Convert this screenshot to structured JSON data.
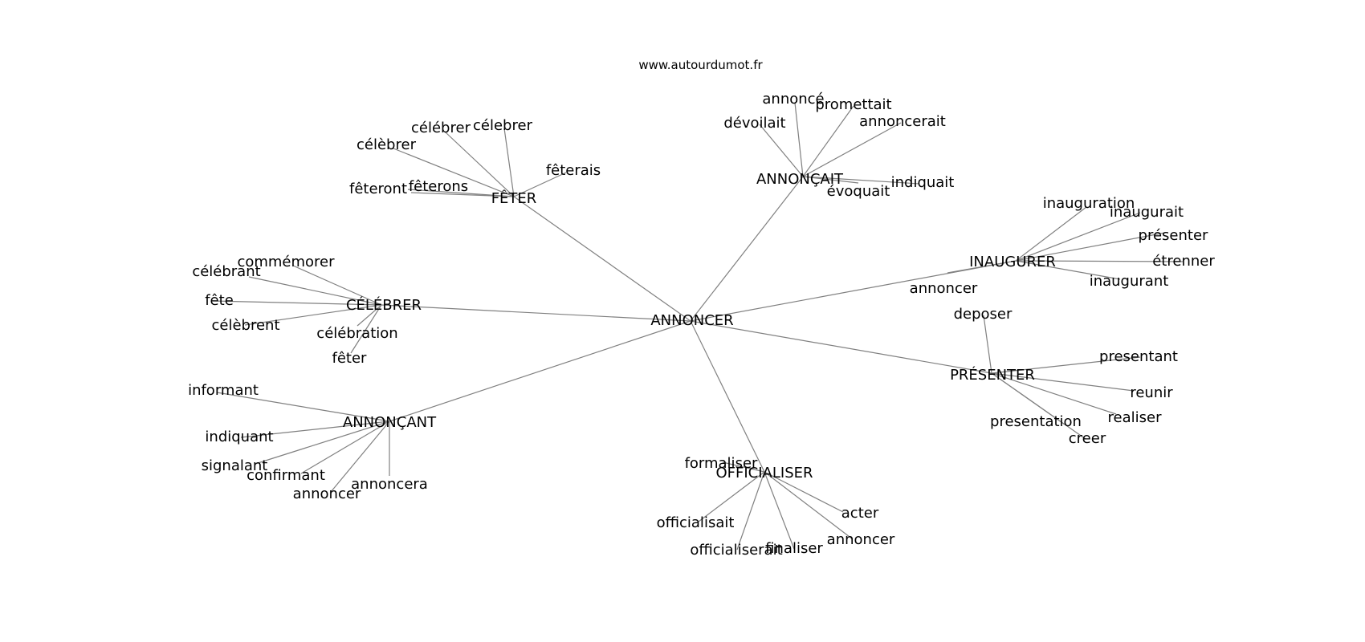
{
  "source": "www.autourdumot.fr",
  "colors": {
    "edge": "#808080",
    "text": "#000000",
    "background": "#ffffff"
  },
  "graph": {
    "center": "ANNONCER",
    "hubs": [
      {
        "label": "FÊTER",
        "leaves": [
          "célébrer",
          "célebrer",
          "célèbrer",
          "fêterais",
          "fêterons",
          "fêteront"
        ]
      },
      {
        "label": "ANNONÇAIT",
        "leaves": [
          "annoncé",
          "promettait",
          "dévoilait",
          "annoncerait",
          "indiquait",
          "évoquait"
        ]
      },
      {
        "label": "INAUGURER",
        "leaves": [
          "inauguration",
          "inaugurait",
          "présenter",
          "étrenner",
          "inaugurant",
          "annoncer"
        ]
      },
      {
        "label": "CÉLÉBRER",
        "leaves": [
          "commémorer",
          "célébrant",
          "fête",
          "célèbrent",
          "célébration",
          "fêter"
        ]
      },
      {
        "label": "PRÉSENTER",
        "leaves": [
          "deposer",
          "presentant",
          "reunir",
          "realiser",
          "presentation",
          "creer"
        ]
      },
      {
        "label": "ANNONÇANT",
        "leaves": [
          "informant",
          "indiquant",
          "signalant",
          "confirmant",
          "annoncer",
          "annoncera"
        ]
      },
      {
        "label": "OFFICIALISER",
        "leaves": [
          "formaliser",
          "acter",
          "annoncer",
          "finaliser",
          "officialiserait",
          "officialisait"
        ]
      }
    ]
  }
}
